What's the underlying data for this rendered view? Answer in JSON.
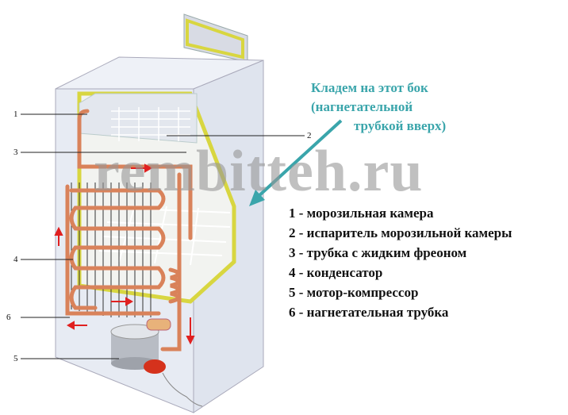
{
  "watermark": "rembitteh.ru",
  "annotation": {
    "line1": "Кладем на этот бок",
    "line2": "(нагнетательной",
    "line3": "трубкой вверх)",
    "color": "#3aa5ab"
  },
  "callouts": [
    "1",
    "2",
    "3",
    "4",
    "5",
    "6"
  ],
  "legend": [
    "1 - морозильная камера",
    "2 - испаритель морозильной камеры",
    "3 - трубка с жидким фреоном",
    "4 - конденсатор",
    "5 - мотор-компрессор",
    "6 - нагнетательная трубка"
  ],
  "colors": {
    "pipe": "#d9825a",
    "arrow": "#e02020",
    "body": "#dde3ee",
    "insulation": "#e6e26a"
  }
}
